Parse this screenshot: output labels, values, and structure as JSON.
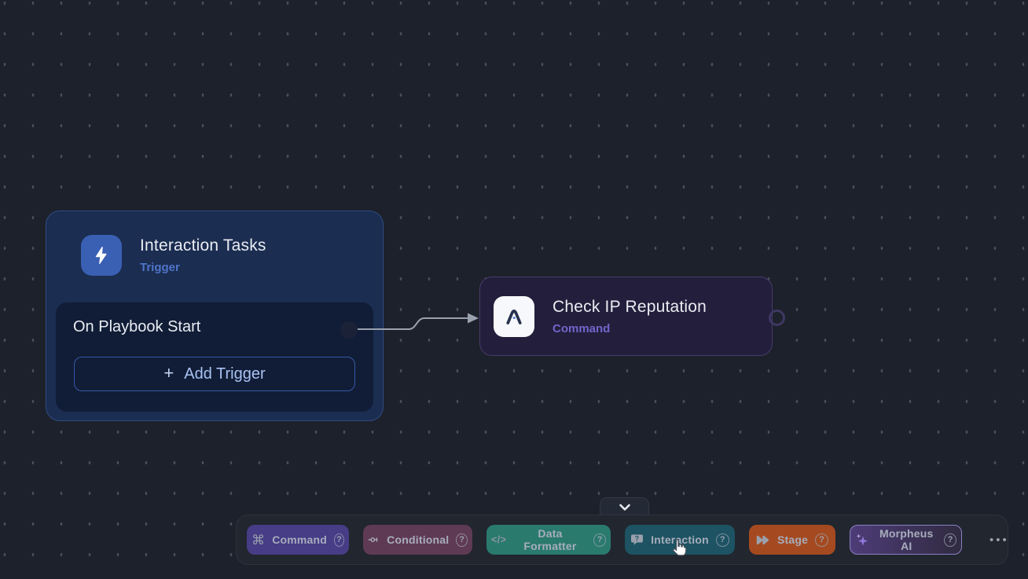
{
  "app": {
    "name": "playbook-editor-canvas"
  },
  "colors": {
    "canvas_bg": "#1d212b",
    "grid_dot": "#5c6475",
    "edge": "#9aa1ae",
    "trigger_card_bg": "#1b2d50",
    "trigger_card_border": "#2f4c85",
    "trigger_icon_bg": "#3a60b4",
    "trigger_accent": "#4f74c9",
    "trigger_panel_bg": "#111d36",
    "add_trigger_border": "#3658a8",
    "add_trigger_text": "#a9c2f4",
    "command_card_bg": "#231e3b",
    "command_card_border": "#473c6b",
    "command_accent": "#7165cc",
    "output_port_ring": "#3e3862",
    "toolbar_bg": "#21262f",
    "morpheus_border": "#8a80c4",
    "button_label": "#a7adbc"
  },
  "trigger_node": {
    "icon": "lightning-bolt-icon",
    "title": "Interaction Tasks",
    "type_label": "Trigger",
    "item_label": "On Playbook Start",
    "add_button": {
      "plus_glyph": "+",
      "label": "Add Trigger"
    }
  },
  "command_node": {
    "icon": "vendor-logo-a-icon",
    "title": "Check IP Reputation",
    "type_label": "Command"
  },
  "toolbar": {
    "collapse_icon": "chevron-down-icon",
    "help_glyph": "?",
    "buttons": [
      {
        "id": "command",
        "label": "Command",
        "icon": "command-key-icon",
        "glyph": "⌘",
        "color": "#473c86"
      },
      {
        "id": "conditional",
        "label": "Conditional",
        "icon": "switch-connector-icon",
        "color": "#5f3a54"
      },
      {
        "id": "data-formatter",
        "label": "Data Formatter",
        "icon": "code-icon",
        "glyph": "</>",
        "color": "#2a7a6e"
      },
      {
        "id": "interaction",
        "label": "Interaction",
        "icon": "chat-question-icon",
        "color": "#1d5362"
      },
      {
        "id": "stage",
        "label": "Stage",
        "icon": "fast-forward-icon",
        "color": "#a54a20"
      },
      {
        "id": "morpheus-ai",
        "label": "Morpheus AI",
        "icon": "sparkle-icon",
        "color_from": "#4d3c77",
        "color_to": "#302b40"
      }
    ],
    "more_glyph": "•••"
  },
  "cursor": {
    "type": "hand-pointer"
  }
}
